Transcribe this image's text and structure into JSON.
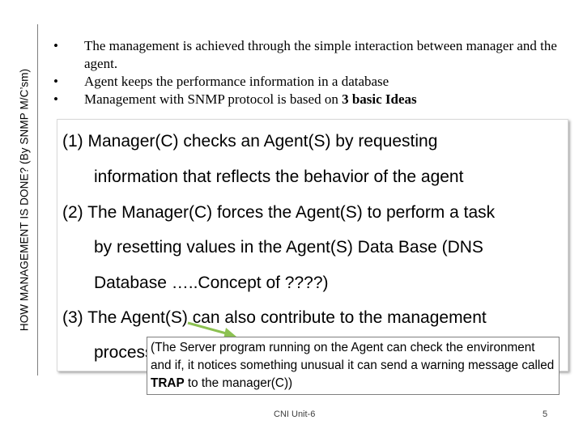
{
  "side_title": "HOW MANAGEMENT IS DONE? (By SNMP M/C’sm)",
  "bullet_glyph": "•",
  "bullets": [
    {
      "text": "The management is achieved through the simple interaction between manager and the agent."
    },
    {
      "text": "Agent keeps the performance information in a database"
    },
    {
      "text_before": "Management with SNMP protocol is based on ",
      "text_bold": "3 basic Ideas"
    }
  ],
  "ideas": [
    "(1) Manager(C) checks an Agent(S) by requesting",
    "information that reflects the behavior of the agent",
    "(2) The Manager(C) forces the Agent(S) to perform a task",
    "by resetting values in the Agent(S) Data Base (DNS",
    "Database …..Concept of ????)",
    "(3) The Agent(S) can also contribute to the management",
    "process"
  ],
  "callout": {
    "text_before": "(The Server program running on the Agent can check the environment and if, it notices something unusual it can send a warning message called ",
    "text_bold": "TRAP",
    "text_after": " to the manager(C))"
  },
  "colors": {
    "arrow": "#8cc152",
    "rule": "#7f7f7f"
  },
  "footer": {
    "center": "CNI Unit-6",
    "page_number": "5"
  }
}
